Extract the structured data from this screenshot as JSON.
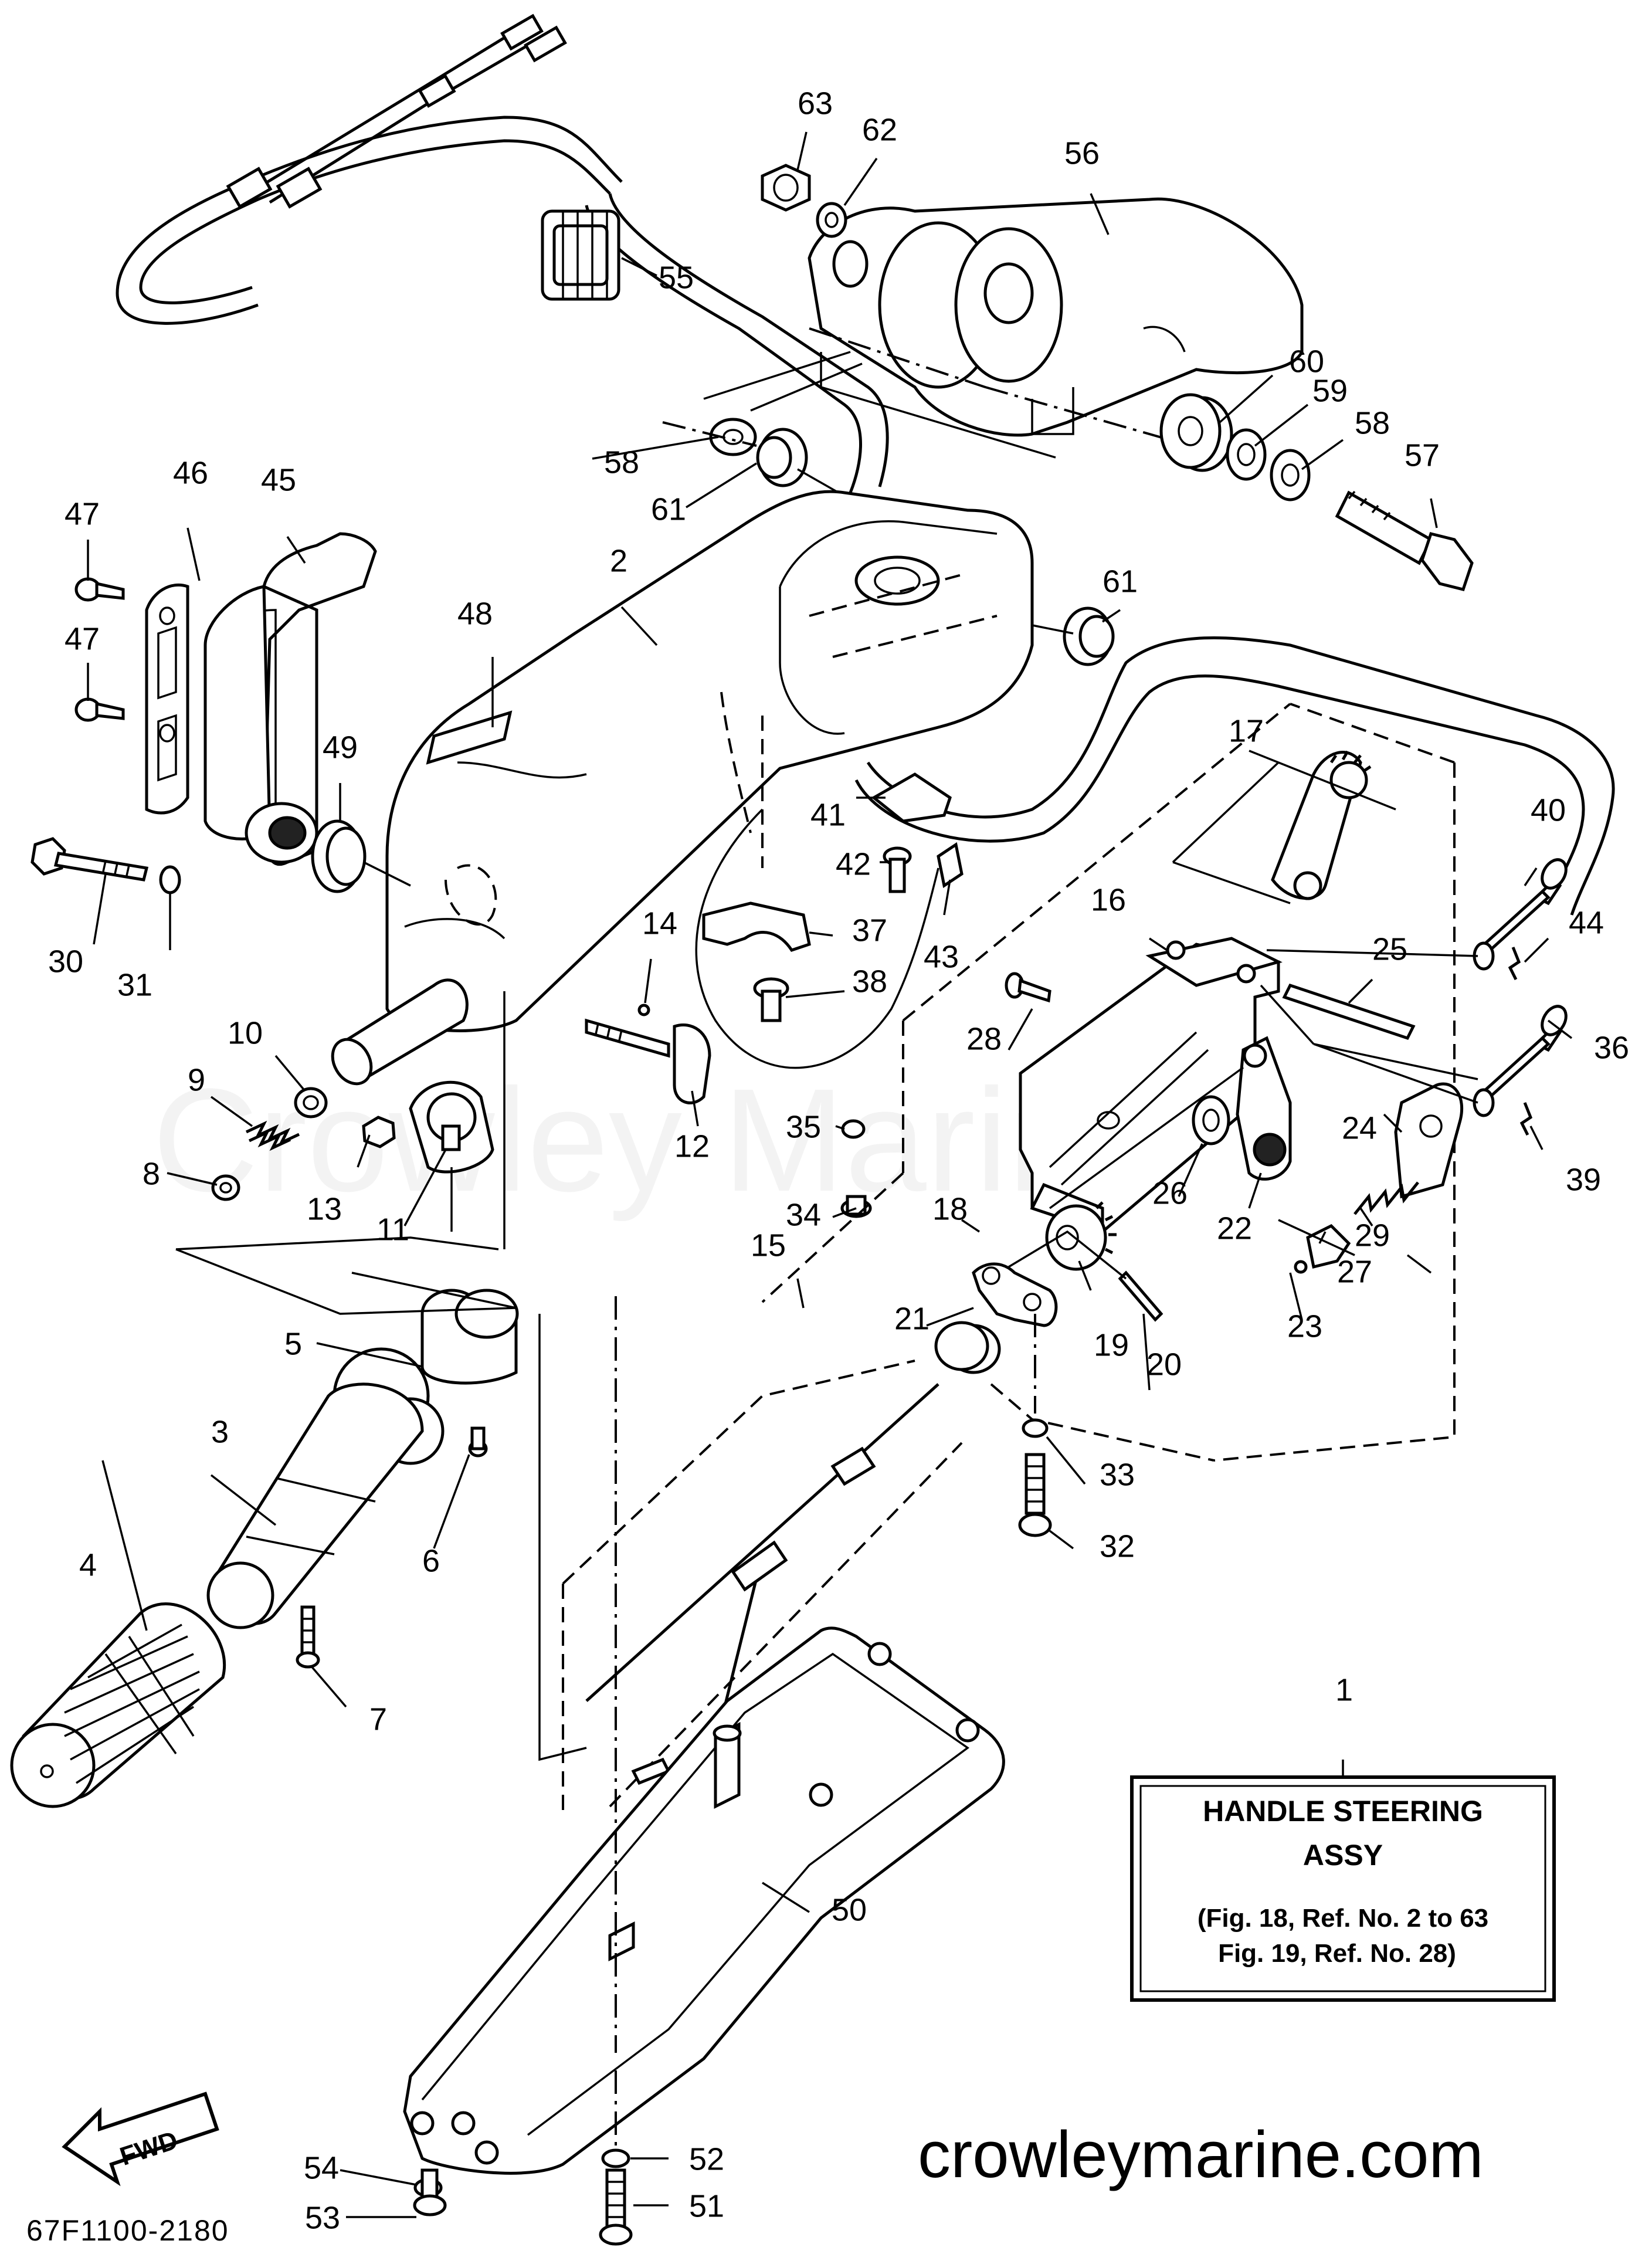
{
  "watermark": "Crowley Marine",
  "website": "crowleymarine.com",
  "diagram_code": "67F1100-2180",
  "fwd_label": "FWD",
  "info_box": {
    "ref": "1",
    "title_line1": "HANDLE  STEERING",
    "title_line2": "ASSY",
    "ref_line1": "(Fig. 18, Ref. No. 2 to 63",
    "ref_line2": "Fig. 19, Ref. No. 28)"
  },
  "callouts": {
    "c2": "2",
    "c3": "3",
    "c4": "4",
    "c5": "5",
    "c6": "6",
    "c7": "7",
    "c8": "8",
    "c9": "9",
    "c10": "10",
    "c11": "11",
    "c12": "12",
    "c13": "13",
    "c14": "14",
    "c15": "15",
    "c16": "16",
    "c17": "17",
    "c18": "18",
    "c19": "19",
    "c20": "20",
    "c21": "21",
    "c22": "22",
    "c23": "23",
    "c24": "24",
    "c25": "25",
    "c26": "26",
    "c27": "27",
    "c28": "28",
    "c29": "29",
    "c30": "30",
    "c31": "31",
    "c32": "32",
    "c33": "33",
    "c34": "34",
    "c35": "35",
    "c36": "36",
    "c37": "37",
    "c38": "38",
    "c39": "39",
    "c40": "40",
    "c41": "41",
    "c42": "42",
    "c43": "43",
    "c44": "44",
    "c45": "45",
    "c46": "46",
    "c47a": "47",
    "c47b": "47",
    "c48": "48",
    "c49": "49",
    "c50": "50",
    "c51": "51",
    "c52": "52",
    "c53": "53",
    "c54": "54",
    "c55": "55",
    "c56": "56",
    "c57": "57",
    "c58a": "58",
    "c58b": "58",
    "c59": "59",
    "c60": "60",
    "c61a": "61",
    "c61b": "61",
    "c62": "62",
    "c63": "63"
  }
}
